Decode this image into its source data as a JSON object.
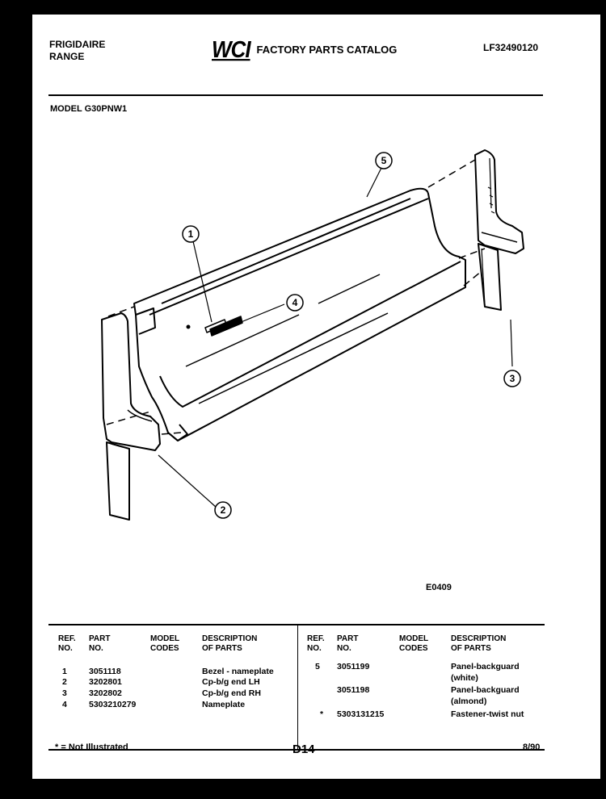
{
  "header": {
    "brand": "FRIGIDAIRE",
    "product": "RANGE",
    "logo": "WCI",
    "catalog_title": "FACTORY PARTS CATALOG",
    "catalog_number": "LF32490120"
  },
  "model": "MODEL G30PNW1",
  "diagram": {
    "callouts": [
      "1",
      "2",
      "3",
      "4",
      "5"
    ],
    "figure_code": "E0409"
  },
  "table": {
    "left": {
      "headers": [
        "REF.\nNO.",
        "PART\nNO.",
        "MODEL\nCODES",
        "DESCRIPTION\nOF PARTS"
      ],
      "rows": [
        {
          "ref": "1",
          "part": "3051118",
          "codes": "",
          "desc": "Bezel - nameplate"
        },
        {
          "ref": "2",
          "part": "3202801",
          "codes": "",
          "desc": "Cp-b/g end LH"
        },
        {
          "ref": "3",
          "part": "3202802",
          "codes": "",
          "desc": "Cp-b/g end RH"
        },
        {
          "ref": "4",
          "part": "5303210279",
          "codes": "",
          "desc": "Nameplate"
        }
      ]
    },
    "right": {
      "headers": [
        "REF.\nNO.",
        "PART\nNO.",
        "MODEL\nCODES",
        "DESCRIPTION\nOF PARTS"
      ],
      "rows": [
        {
          "ref": "5",
          "part": "3051199",
          "codes": "",
          "desc1": "Panel-backguard",
          "desc2": "(white)"
        },
        {
          "ref": "",
          "part": "3051198",
          "codes": "",
          "desc1": "Panel-backguard",
          "desc2": "(almond)"
        },
        {
          "ref": "*",
          "part": "5303131215",
          "codes": "",
          "desc1": "Fastener-twist nut",
          "desc2": ""
        }
      ]
    }
  },
  "footer": {
    "note": "* = Not Illustrated",
    "page": "D14",
    "date": "8/90"
  }
}
